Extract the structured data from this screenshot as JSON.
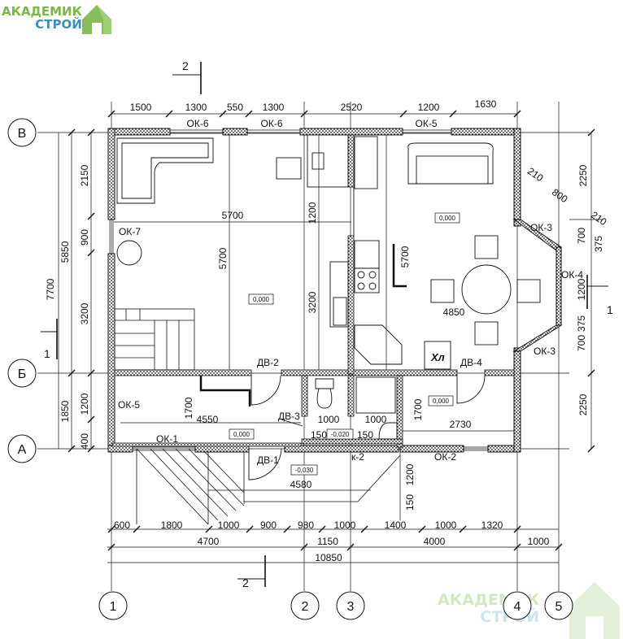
{
  "logo": {
    "line1": "АКАДЕМИК",
    "line2": "СТРОЙ"
  },
  "axes": {
    "rows": [
      "В",
      "Б",
      "А"
    ],
    "cols": [
      "1",
      "2",
      "3",
      "4",
      "5"
    ]
  },
  "section_marks": {
    "a": "1",
    "b": "2"
  },
  "top_dims": [
    "1500",
    "1300",
    "550",
    "1300",
    "2520",
    "1200",
    "1630"
  ],
  "top_windows": [
    "ОК-6",
    "ОК-6",
    "ОК-5"
  ],
  "left_dims": {
    "outer": "7700",
    "total_upper": "5850",
    "lower": "1850",
    "d2150": "2150",
    "d900": "900",
    "d3200": "3200",
    "d1200": "1200",
    "d400": "400"
  },
  "right_dims": {
    "d2250a": "2250",
    "d210a": "210",
    "d800": "800",
    "d210b": "210",
    "d700a": "700",
    "d375a": "375",
    "d1200": "1200",
    "d375b": "375",
    "d700b": "700",
    "d2250b": "2250"
  },
  "bottom_dims": {
    "row1": [
      "600",
      "1800",
      "1000",
      "900",
      "980",
      "1000",
      "1400",
      "1000",
      "1320"
    ],
    "row2": [
      "4700",
      "1150",
      "4000",
      "1000"
    ],
    "total": "10850"
  },
  "labels": {
    "ok7": "ОК-7",
    "ok5_left": "ОК-5",
    "ok1": "ОК-1",
    "ok2": "ОК-2",
    "ok3_top": "ОК-3",
    "ok4": "ОК-4",
    "ok3_bot": "ОК-3",
    "dv1": "ДВ-1",
    "dv2": "ДВ-2",
    "dv3": "ДВ-3",
    "dv4": "ДВ-4",
    "d5700_h": "5700",
    "d5700_v1": "5700",
    "d1200_v": "1200",
    "d3200_v": "3200",
    "d5700_v2": "5700",
    "d4850": "4850",
    "d4550": "4550",
    "d1700_a": "1700",
    "d1000_a": "1000",
    "d1000_b": "1000",
    "d150_a": "150",
    "d150_b": "150",
    "d1700_b": "1700",
    "d2730": "2730",
    "d4580": "4580",
    "d1200_p": "1200",
    "d150_p": "150",
    "k2": "к-2",
    "fridge": "Хл"
  },
  "levels": {
    "living_room": "0,000",
    "dining_room": "0,000",
    "hall": "0,000",
    "vestibule": "-0,020",
    "entry": "-0,030",
    "utility": "0,000"
  }
}
